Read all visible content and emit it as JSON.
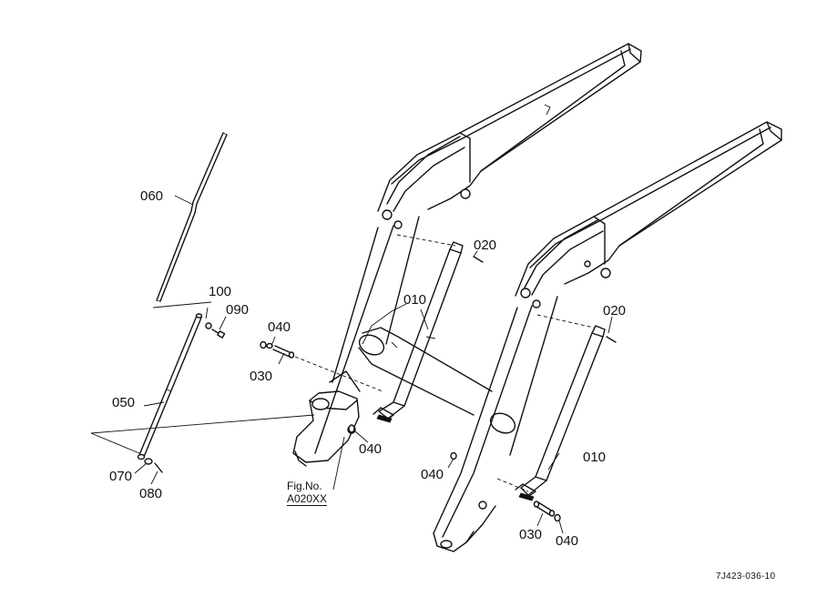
{
  "callouts": {
    "c060": "060",
    "c100": "100",
    "c090": "090",
    "c050": "050",
    "c070": "070",
    "c080": "080",
    "c040_a": "040",
    "c030_a": "030",
    "c010_a": "010",
    "c020_a": "020",
    "c040_b": "040",
    "c020_b": "020",
    "c010_b": "010",
    "c040_c": "040",
    "c030_b": "030",
    "c040_d": "040"
  },
  "figure_reference": {
    "line1": "Fig.No.",
    "line2": "A020XX"
  },
  "drawing_number": "7J423-036-10"
}
